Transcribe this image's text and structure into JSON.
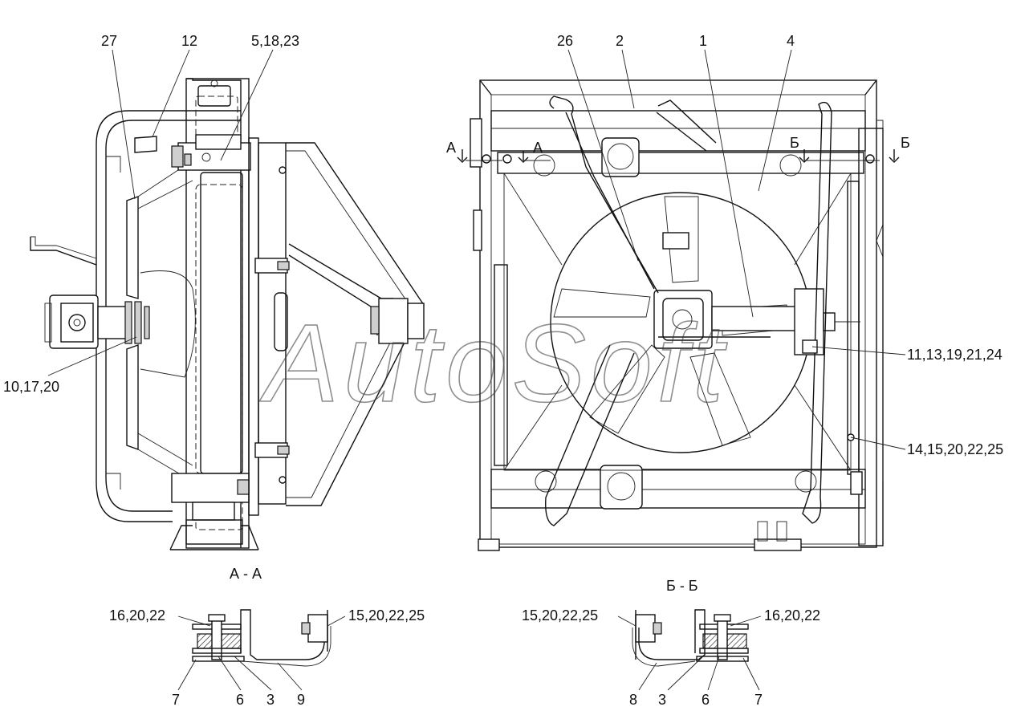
{
  "callouts": {
    "left_view": {
      "c27": "27",
      "c12": "12",
      "c5_18_23": "5,18,23",
      "c10_17_20": "10,17,20"
    },
    "right_view": {
      "c26": "26",
      "c2": "2",
      "c1": "1",
      "c4": "4",
      "c11_13_19_21_24": "11,13,19,21,24",
      "c14_15_20_22_25": "14,15,20,22,25"
    },
    "section_marks": {
      "a_left": "А",
      "a_right": "А",
      "b_left": "Б",
      "b_right": "Б"
    }
  },
  "section_aa": {
    "title": "А - А",
    "c16_20_22": "16,20,22",
    "c15_20_22_25": "15,20,22,25",
    "c7": "7",
    "c6": "6",
    "c3": "3",
    "c9": "9"
  },
  "section_bb": {
    "title": "Б - Б",
    "c15_20_22_25": "15,20,22,25",
    "c16_20_22": "16,20,22",
    "c8": "8",
    "c3": "3",
    "c6": "6",
    "c7": "7"
  },
  "watermark": "AutoSoft"
}
